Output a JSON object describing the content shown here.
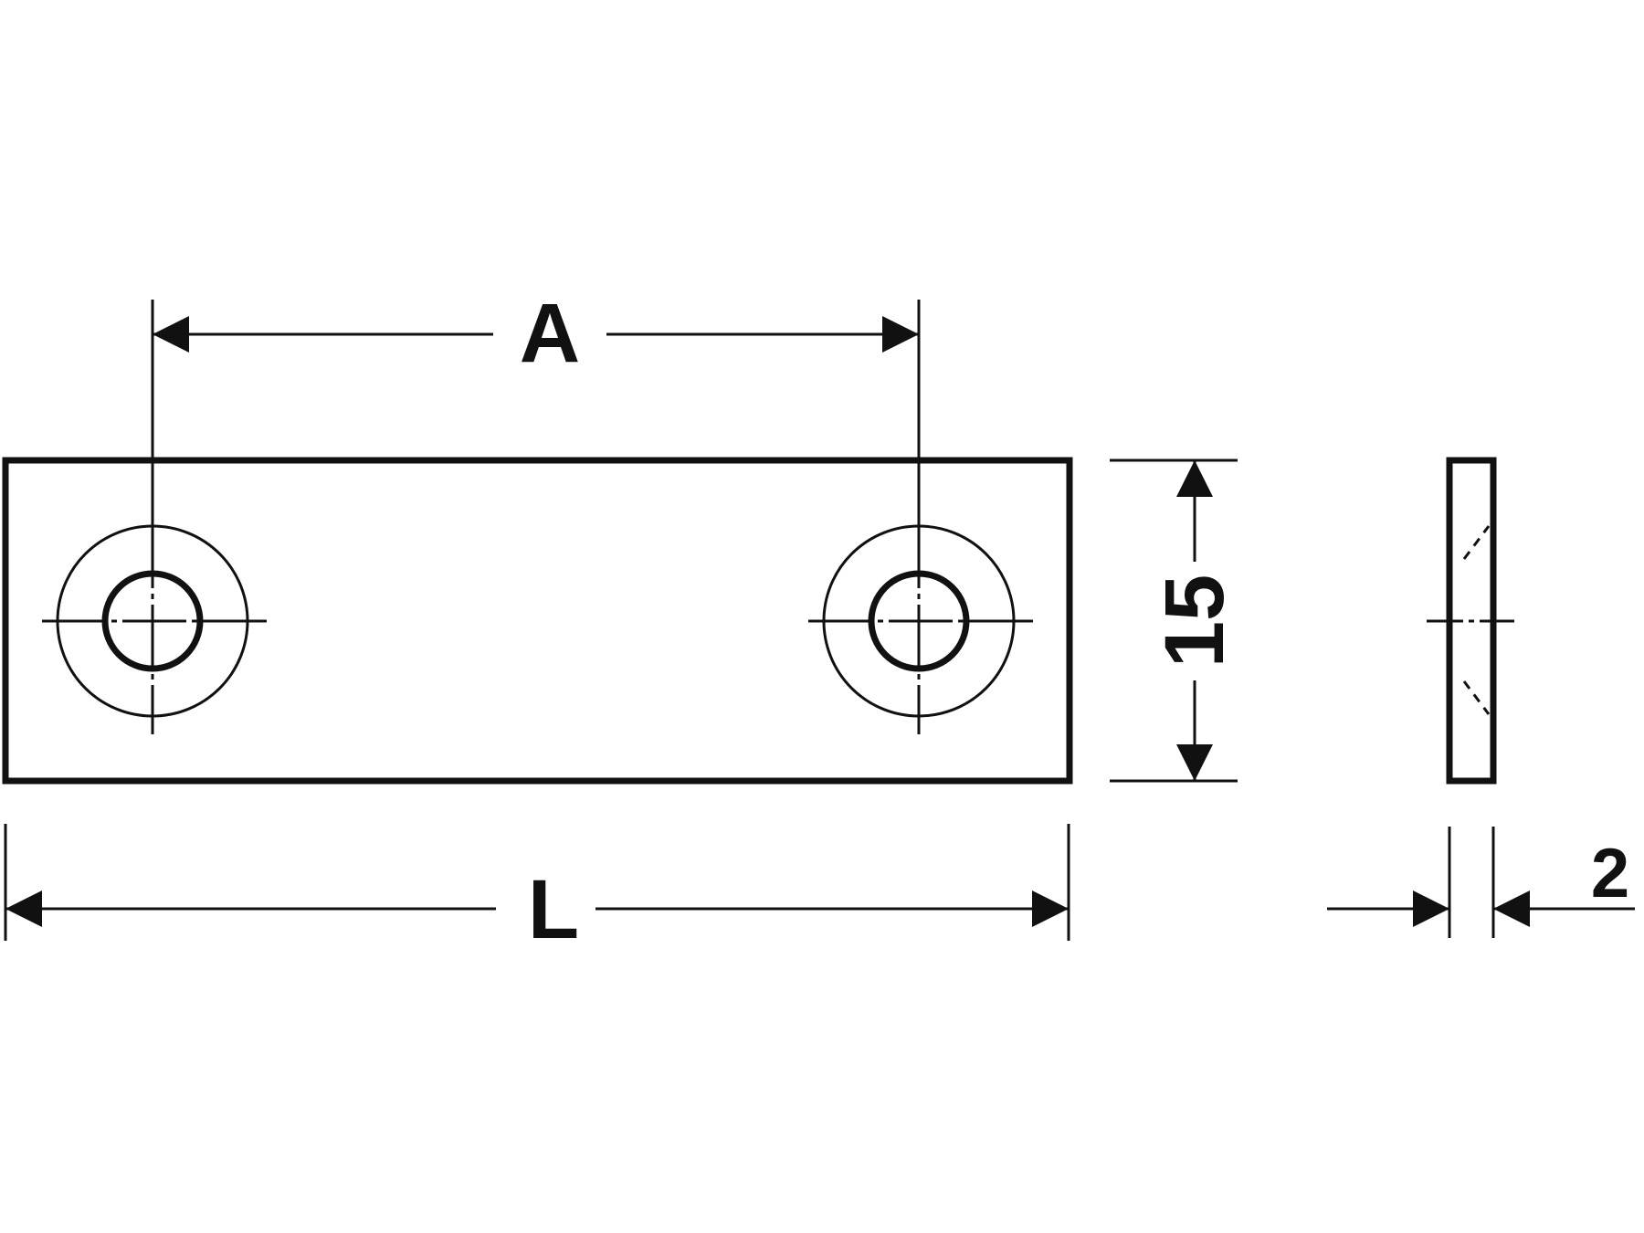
{
  "drawing": {
    "line_color": "#111111",
    "background": "#ffffff",
    "dimensions": {
      "hole_spacing": "A",
      "overall_length": "L",
      "height": "15",
      "thickness": "2"
    }
  }
}
